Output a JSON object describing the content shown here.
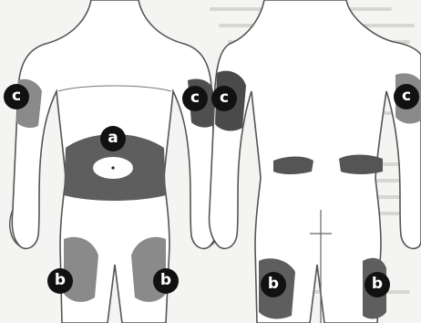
{
  "diagram": {
    "colors": {
      "paper": "#f4f4f2",
      "outline": "#555555",
      "skin": "#ffffff",
      "zone_dark": "#5a5a5a",
      "zone_mid": "#8a8a8a",
      "marker_bg": "#111111",
      "marker_text": "#ffffff"
    },
    "figures": [
      "front-view",
      "back-view"
    ],
    "markers": {
      "a": "a",
      "b": "b",
      "c": "c"
    }
  }
}
